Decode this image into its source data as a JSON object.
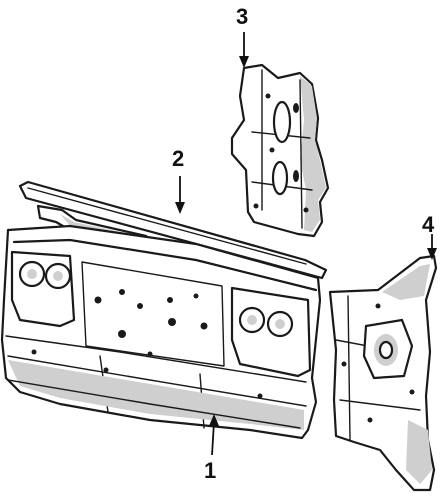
{
  "callouts": [
    {
      "id": "1",
      "label": "1"
    },
    {
      "id": "2",
      "label": "2"
    },
    {
      "id": "3",
      "label": "3"
    },
    {
      "id": "4",
      "label": "4"
    }
  ],
  "colors": {
    "line": "#1a1a1a",
    "shade": "#cfcfcf",
    "background": "#ffffff"
  }
}
